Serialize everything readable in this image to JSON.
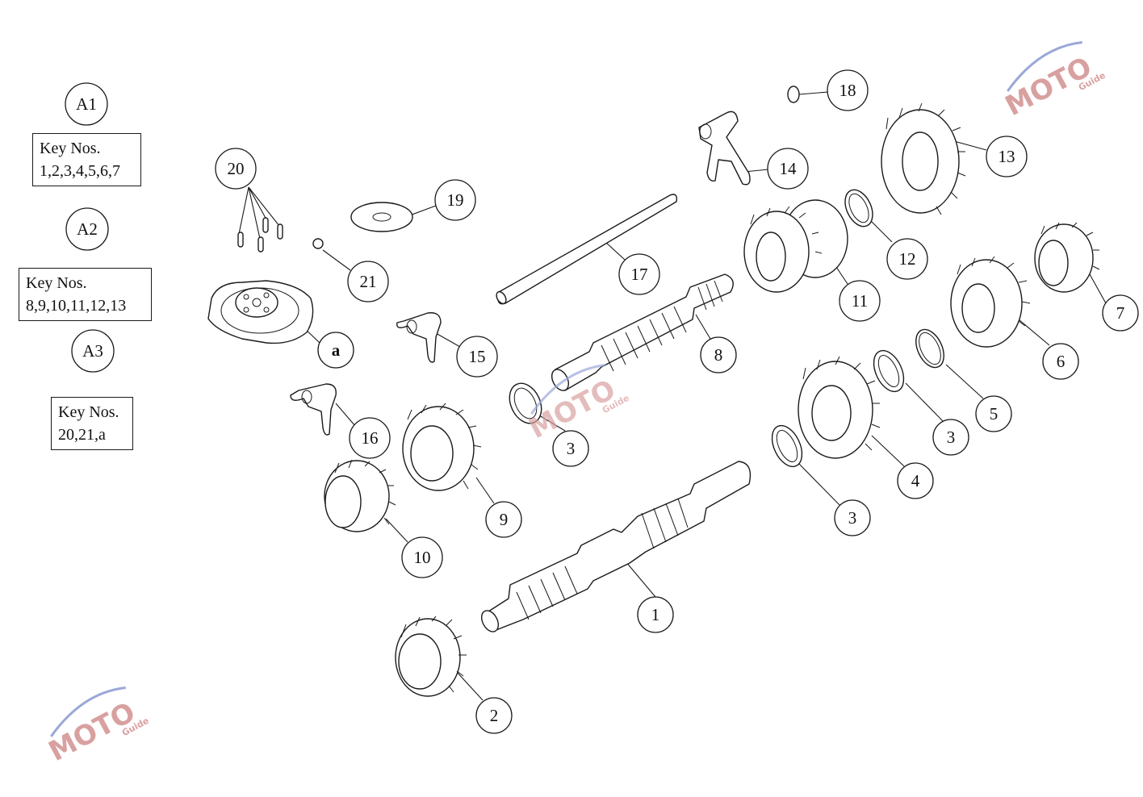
{
  "groups": [
    {
      "label": "A1",
      "key_title": "Key Nos.",
      "key_values": "1,2,3,4,5,6,7"
    },
    {
      "label": "A2",
      "key_title": "Key Nos.",
      "key_values": "8,9,10,11,12,13"
    },
    {
      "label": "A3",
      "key_title": "Key Nos.",
      "key_values": "20,21,a"
    }
  ],
  "callouts": {
    "c1": "1",
    "c2": "2",
    "c3a": "3",
    "c3b": "3",
    "c3c": "3",
    "c4": "4",
    "c5": "5",
    "c6": "6",
    "c7": "7",
    "c8": "8",
    "c9": "9",
    "c10": "10",
    "c11": "11",
    "c12": "12",
    "c13": "13",
    "c14": "14",
    "c15": "15",
    "c16": "16",
    "c17": "17",
    "c18": "18",
    "c19": "19",
    "c20": "20",
    "c21": "21",
    "ca": "a"
  },
  "watermark": {
    "brand": "MOTO",
    "sub": "Guide"
  },
  "colors": {
    "line": "#1a1a1a",
    "watermark_red": "#d9a0a0",
    "watermark_blue": "#9aa8d8"
  }
}
